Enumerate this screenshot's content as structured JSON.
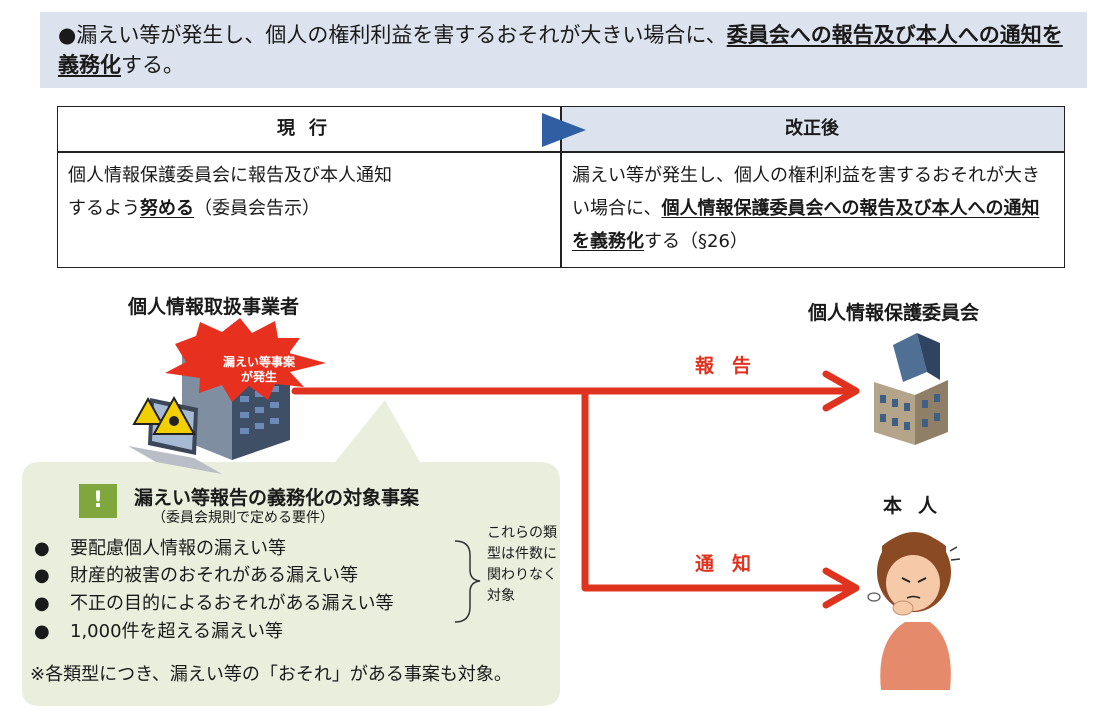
{
  "header": {
    "bullet": "●",
    "pre": "漏えい等が発生し、個人の権利利益を害するおそれが大きい場合に、",
    "bold": "委員会への報告及び本人への通知を義務化",
    "post": "する。"
  },
  "comparison": {
    "current": {
      "heading": "現行",
      "text_a": "個人情報保護委員会に報告及び本人通知",
      "text_b": "するよう",
      "bold": "努める",
      "text_c": "（委員会告示）"
    },
    "revised": {
      "heading": "改正後",
      "text_a": "漏えい等が発生し、個人の権利利益を害するおそれが大きい場合に、",
      "bold": "個人情報保護委員会への報告及び本人への通知を義務化",
      "text_b": "する（§26）"
    }
  },
  "diagram": {
    "business_label": "個人情報取扱事業者",
    "incident_bubble_line1": "漏えい等事案",
    "incident_bubble_line2": "が発生",
    "commission_label": "個人情報保護委員会",
    "person_label": "本人",
    "report_label": "報告",
    "notify_label": "通知"
  },
  "callout": {
    "icon": "!",
    "title": "漏えい等報告の義務化の対象事案",
    "subtitle": "（委員会規則で定める要件）",
    "bullet": "●",
    "items": [
      "要配慮個人情報の漏えい等",
      "財産的被害のおそれがある漏えい等",
      "不正の目的によるおそれがある漏えい等",
      "1,000件を超える漏えい等"
    ],
    "side_note": "これらの類型は件数に関わりなく対象",
    "footnote": "※各類型につき、漏えい等の「おそれ」がある事案も対象。"
  },
  "colors": {
    "header_bg": "#dde3ee",
    "arrow_red": "#e0331f",
    "callout_bg": "#e9eedd",
    "accent_green": "#7fa73e",
    "triangle_blue": "#2f5ea3"
  }
}
